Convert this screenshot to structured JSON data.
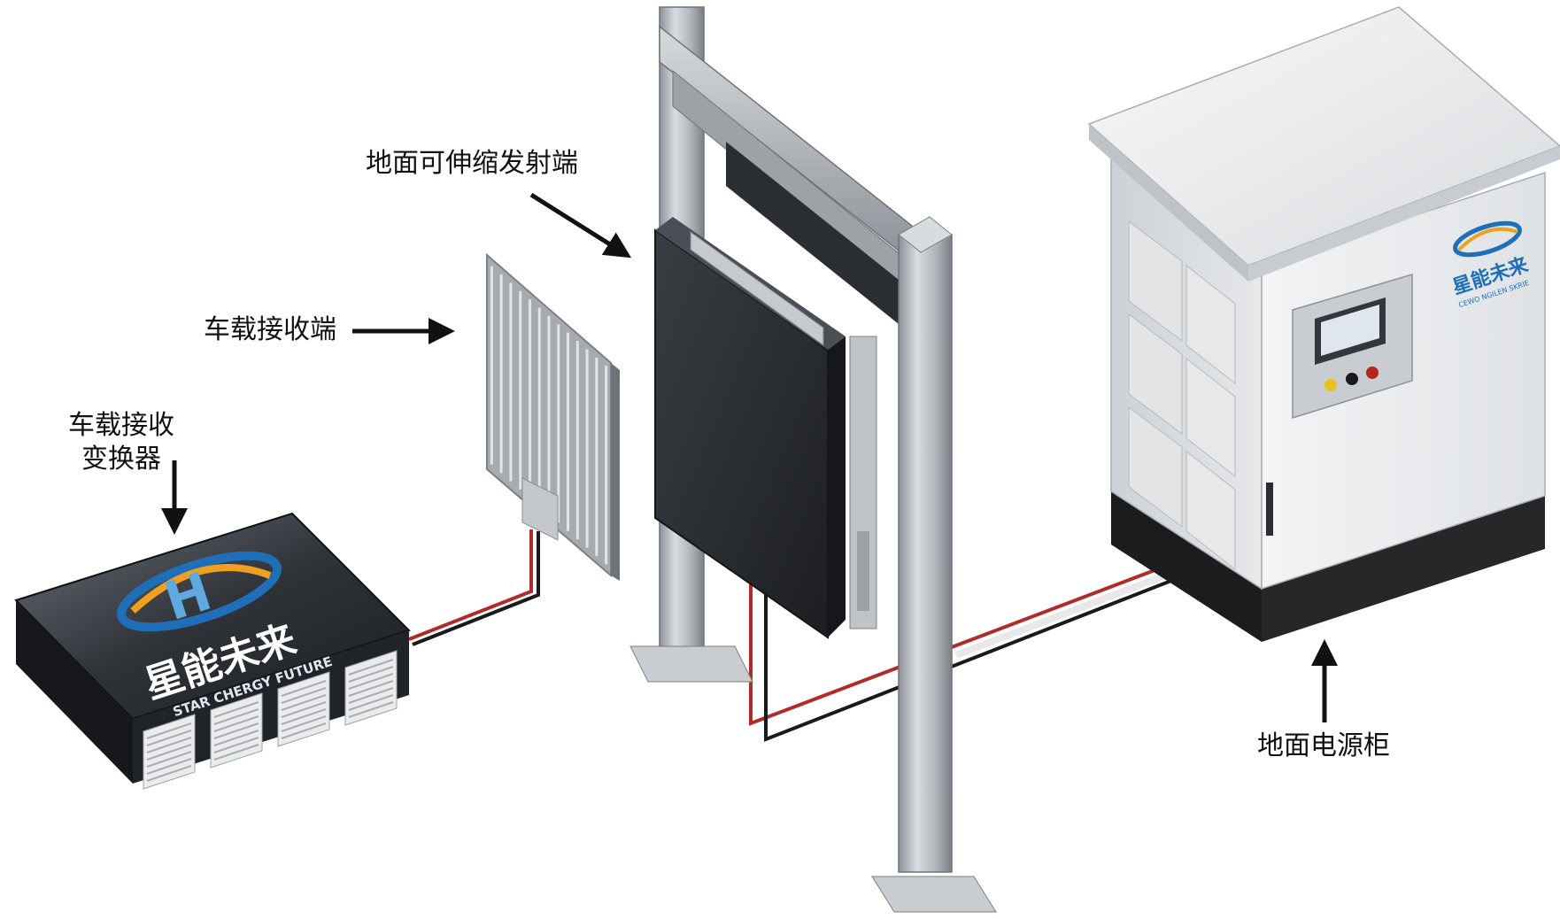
{
  "labels": {
    "ground_retractable_transmitter": "地面可伸缩发射端",
    "vehicle_receiver": "车载接收端",
    "vehicle_converter_line1": "车载接收",
    "vehicle_converter_line2": "变换器",
    "ground_power_cabinet": "地面电源柜"
  },
  "brand": {
    "name_cn": "星能未来",
    "name_en": "STAR CHERGY FUTURE",
    "cabinet_en": "CEWO NGILEN SKRIE"
  },
  "colors": {
    "cable_red": "#b22a2a",
    "cable_black": "#1a1a1a",
    "logo_blue": "#1f6fb8",
    "logo_orange": "#f0a020",
    "aluminum": "#b9bcc1",
    "pad_dark": "#2a2d31",
    "cabinet_white": "#eceef0"
  }
}
